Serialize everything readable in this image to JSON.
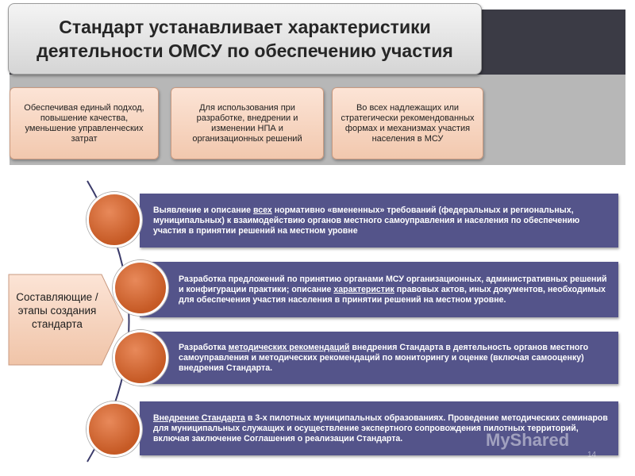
{
  "title": "Стандарт устанавливает характеристики деятельности ОМСУ по обеспечению участия",
  "top_boxes": [
    "Обеспечивая единый подход, повышение качества, уменьшение управленческих затрат",
    "Для использования при разработке, внедрении и изменении НПА и организационных решений",
    "Во всех надлежащих или стратегически рекомендованных формах и механизмах участия населения в МСУ"
  ],
  "side_label": "Составляющие / этапы создания стандарта",
  "steps": [
    {
      "before": "Выявление и описание ",
      "link": "всех",
      "after": " нормативно «вмененных» требований (федеральных и региональных, муниципальных) к взаимодействию органов местного самоуправления и населения по обеспечению участия в принятии решений на местном уровне"
    },
    {
      "before": "Разработка предложений по принятию органами МСУ организационных, административных решений и конфигурации практики; описание ",
      "link": "характеристик",
      "after": " правовых актов, иных документов, необходимых для обеспечения участия населения в принятии решений на местном уровне."
    },
    {
      "before": "Разработка ",
      "link": "методических рекомендаций",
      "after": " внедрения Стандарта в деятельность органов местного самоуправления и методических рекомендаций по мониторингу и оценке (включая самооценку) внедрения Стандарта."
    },
    {
      "before": "",
      "link": "Внедрение Стандарта",
      "after": " в 3-х пилотных муниципальных образованиях. Проведение методических семинаров для муниципальных служащих и осуществление экспертного сопровождения пилотных территорий, включая заключение Соглашения о реализации Стандарта."
    }
  ],
  "watermark": "MyShared",
  "page_number": "14",
  "colors": {
    "bar": "#54548a",
    "circle": "#c65a25",
    "pink": "#fce4d6",
    "dark_band": "#3b3b45"
  }
}
